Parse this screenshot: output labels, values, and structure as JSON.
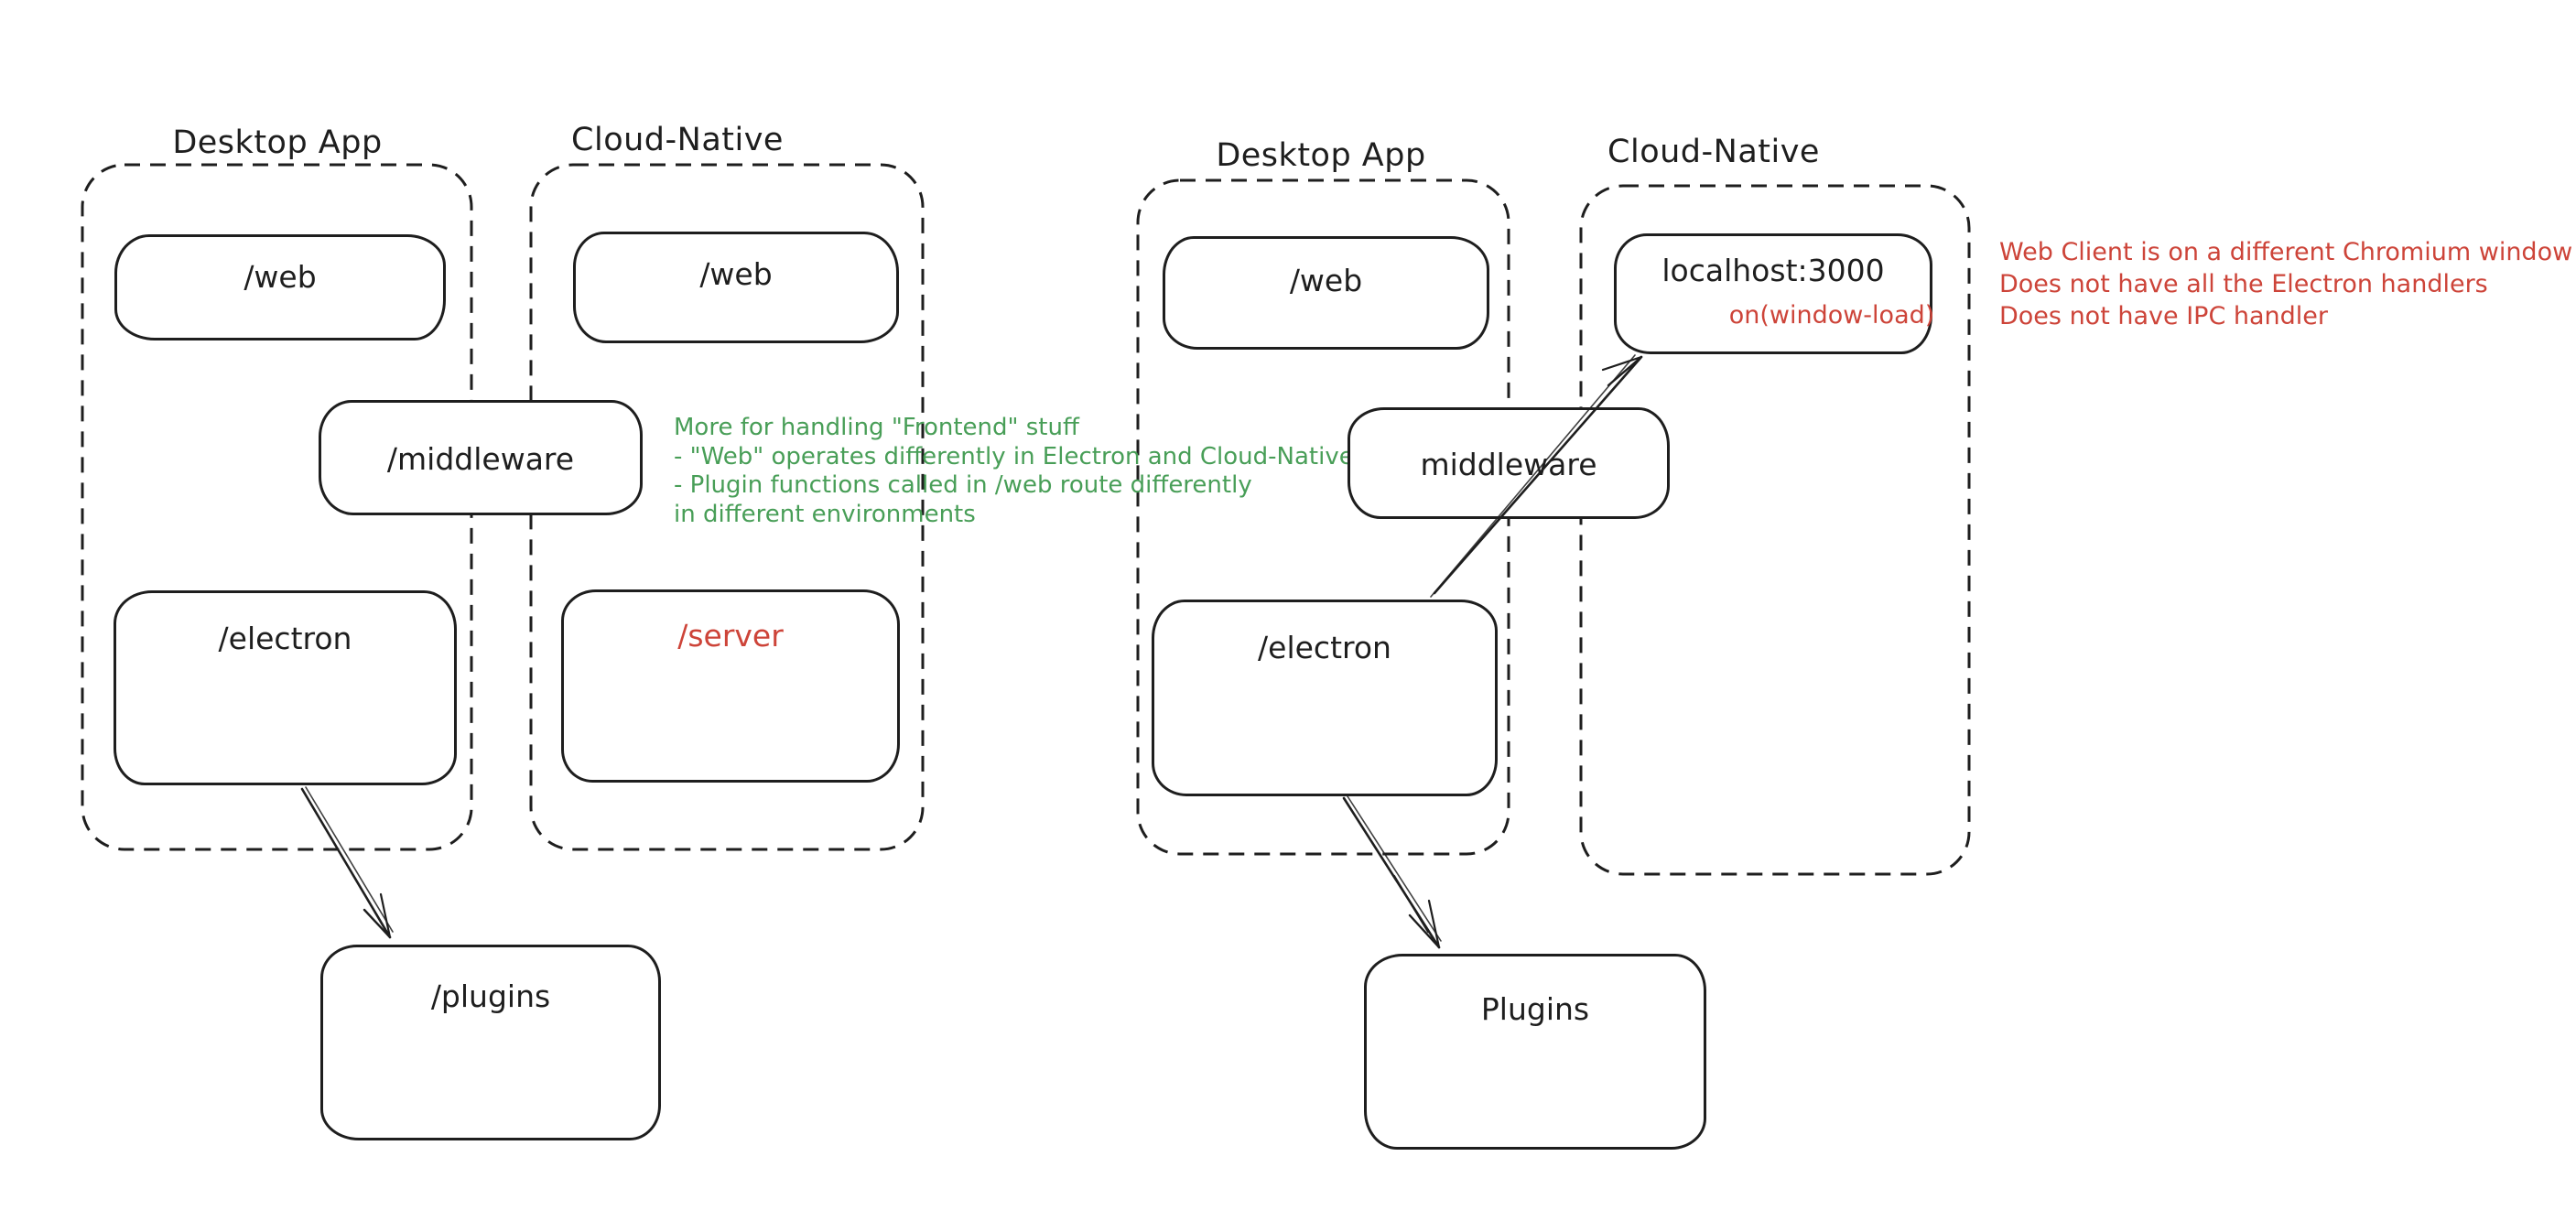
{
  "palette": {
    "ink": "#1e1e1e",
    "green": "#489e57",
    "red": "#cd4439"
  },
  "left": {
    "desktop_label": "Desktop App",
    "cloud_label": "Cloud-Native",
    "web_desktop": "/web",
    "web_cloud": "/web",
    "middleware": "/middleware",
    "electron": "/electron",
    "server": "/server",
    "plugins": "/plugins",
    "note_lines": [
      "More for handling \"Frontend\" stuff",
      "- \"Web\" operates differently in Electron and Cloud-Native",
      "- Plugin functions called in /web route differently",
      "in different environments"
    ]
  },
  "right": {
    "desktop_label": "Desktop App",
    "cloud_label": "Cloud-Native",
    "web": "/web",
    "localhost": "localhost:3000",
    "on_window_load": "on(window-load)",
    "middleware": "middleware",
    "electron": "/electron",
    "plugins": "Plugins",
    "note_lines": [
      "Web Client is on a different Chromium window",
      "Does not have all the Electron handlers",
      "Does not have IPC handler"
    ]
  }
}
